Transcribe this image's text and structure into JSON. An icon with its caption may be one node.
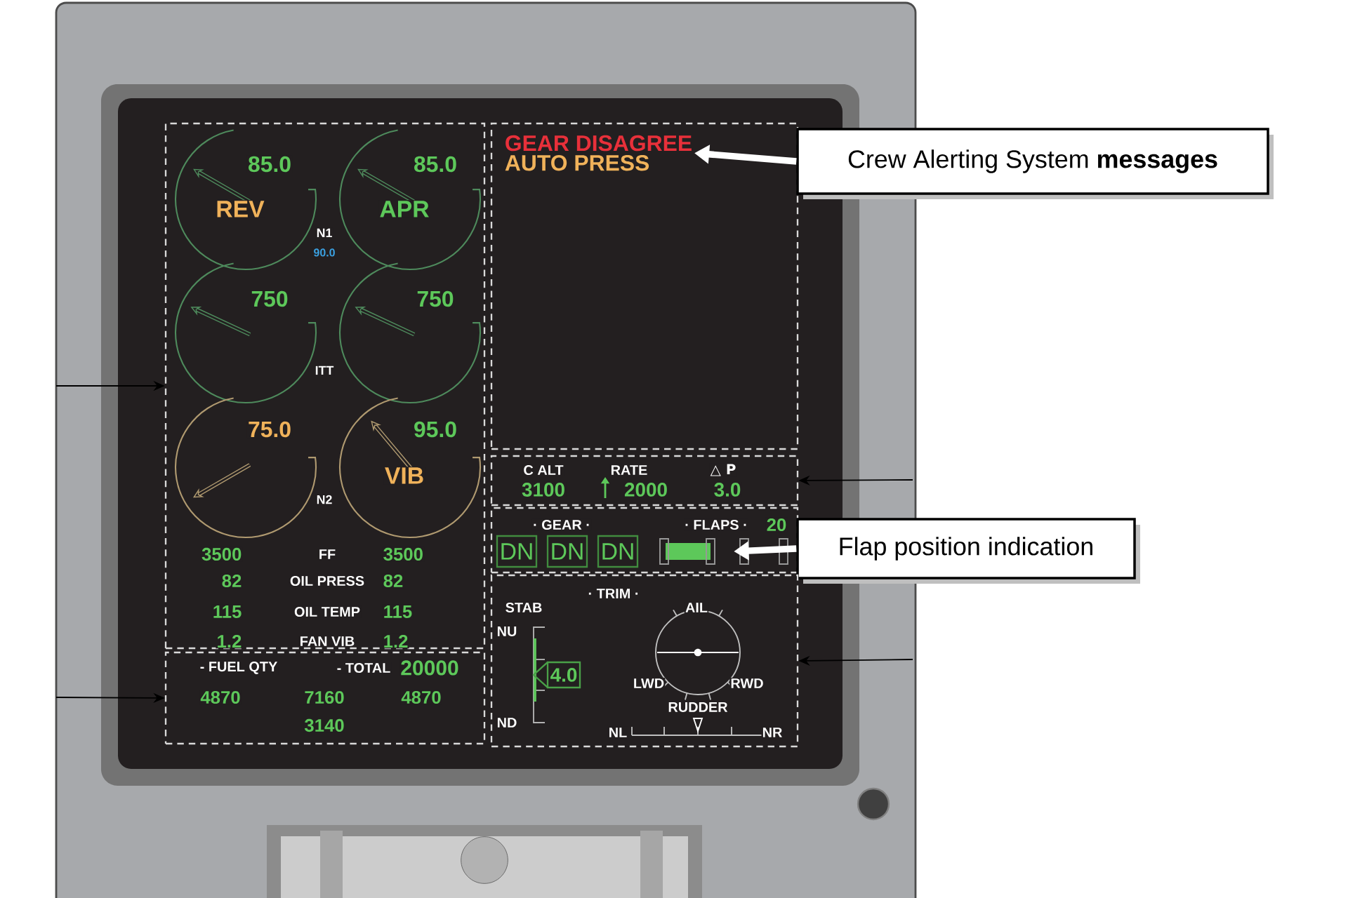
{
  "diagram": {
    "nodes": [
      {
        "text": [],
        "shape": "box"
      },
      {
        "text": [
          "GEAR DISAGREE",
          "AUTO PRESS"
        ]
      },
      {
        "text": [
          "Crew Alerting System **messages**"
        ]
      },
      {
        "text": [],
        "shape": "box"
      },
      {
        "text": [],
        "shape": "box"
      },
      {
        "text": [
          "DN"
        ],
        "in": 4
      },
      {
        "text": [
          "DN"
        ],
        "in": 4
      },
      {
        "text": [
          "DN"
        ],
        "in": 4
      },
      {
        "text": [
          "Flap position indication"
        ]
      },
      {
        "text": [],
        "shape": "box"
      },
      {
        "text": [
          "4.0"
        ],
        "in": 9
      },
      {
        "text": [],
        "shape": "box"
      }
    ],
    "edges": [
      {
        "from": 2,
        "to": 1,
        "arrow": "to",
        "style": "thick",
        "color": "#ffffff"
      },
      {
        "from": 8,
        "to": 4,
        "arrow": "to",
        "style": "thick",
        "color": "#ffffff"
      },
      {
        "from": null,
        "to": 0,
        "arrow": "to"
      },
      {
        "from": null,
        "to": 3,
        "arrow": "to"
      },
      {
        "from": null,
        "to": 9,
        "arrow": "to"
      },
      {
        "from": null,
        "to": 11,
        "arrow": "to"
      }
    ],
    "labels": [
      "85.0",
      "REV",
      "85.0",
      "APR",
      "N1",
      "90.0",
      "750",
      "750",
      "ITT",
      "75.0",
      "95.0",
      "VIB",
      "N2",
      "3500",
      "FF",
      "3500",
      "82",
      "OIL PRESS",
      "82",
      "115",
      "OIL TEMP",
      "115",
      "1.2",
      "FAN VIB",
      "1.2",
      "- FUEL QTY",
      "- TOTAL",
      "20000",
      "4870",
      "7160",
      "4870",
      "3140",
      "C ALT",
      "RATE",
      "△ P",
      "3100",
      "2000",
      "3.0",
      "· GEAR ·",
      "· FLAPS ·",
      "20",
      "· TRIM ·",
      "STAB",
      "AIL",
      "NU",
      "LWD",
      "RWD",
      "ND",
      "RUDDER",
      "NL",
      "NR"
    ]
  }
}
